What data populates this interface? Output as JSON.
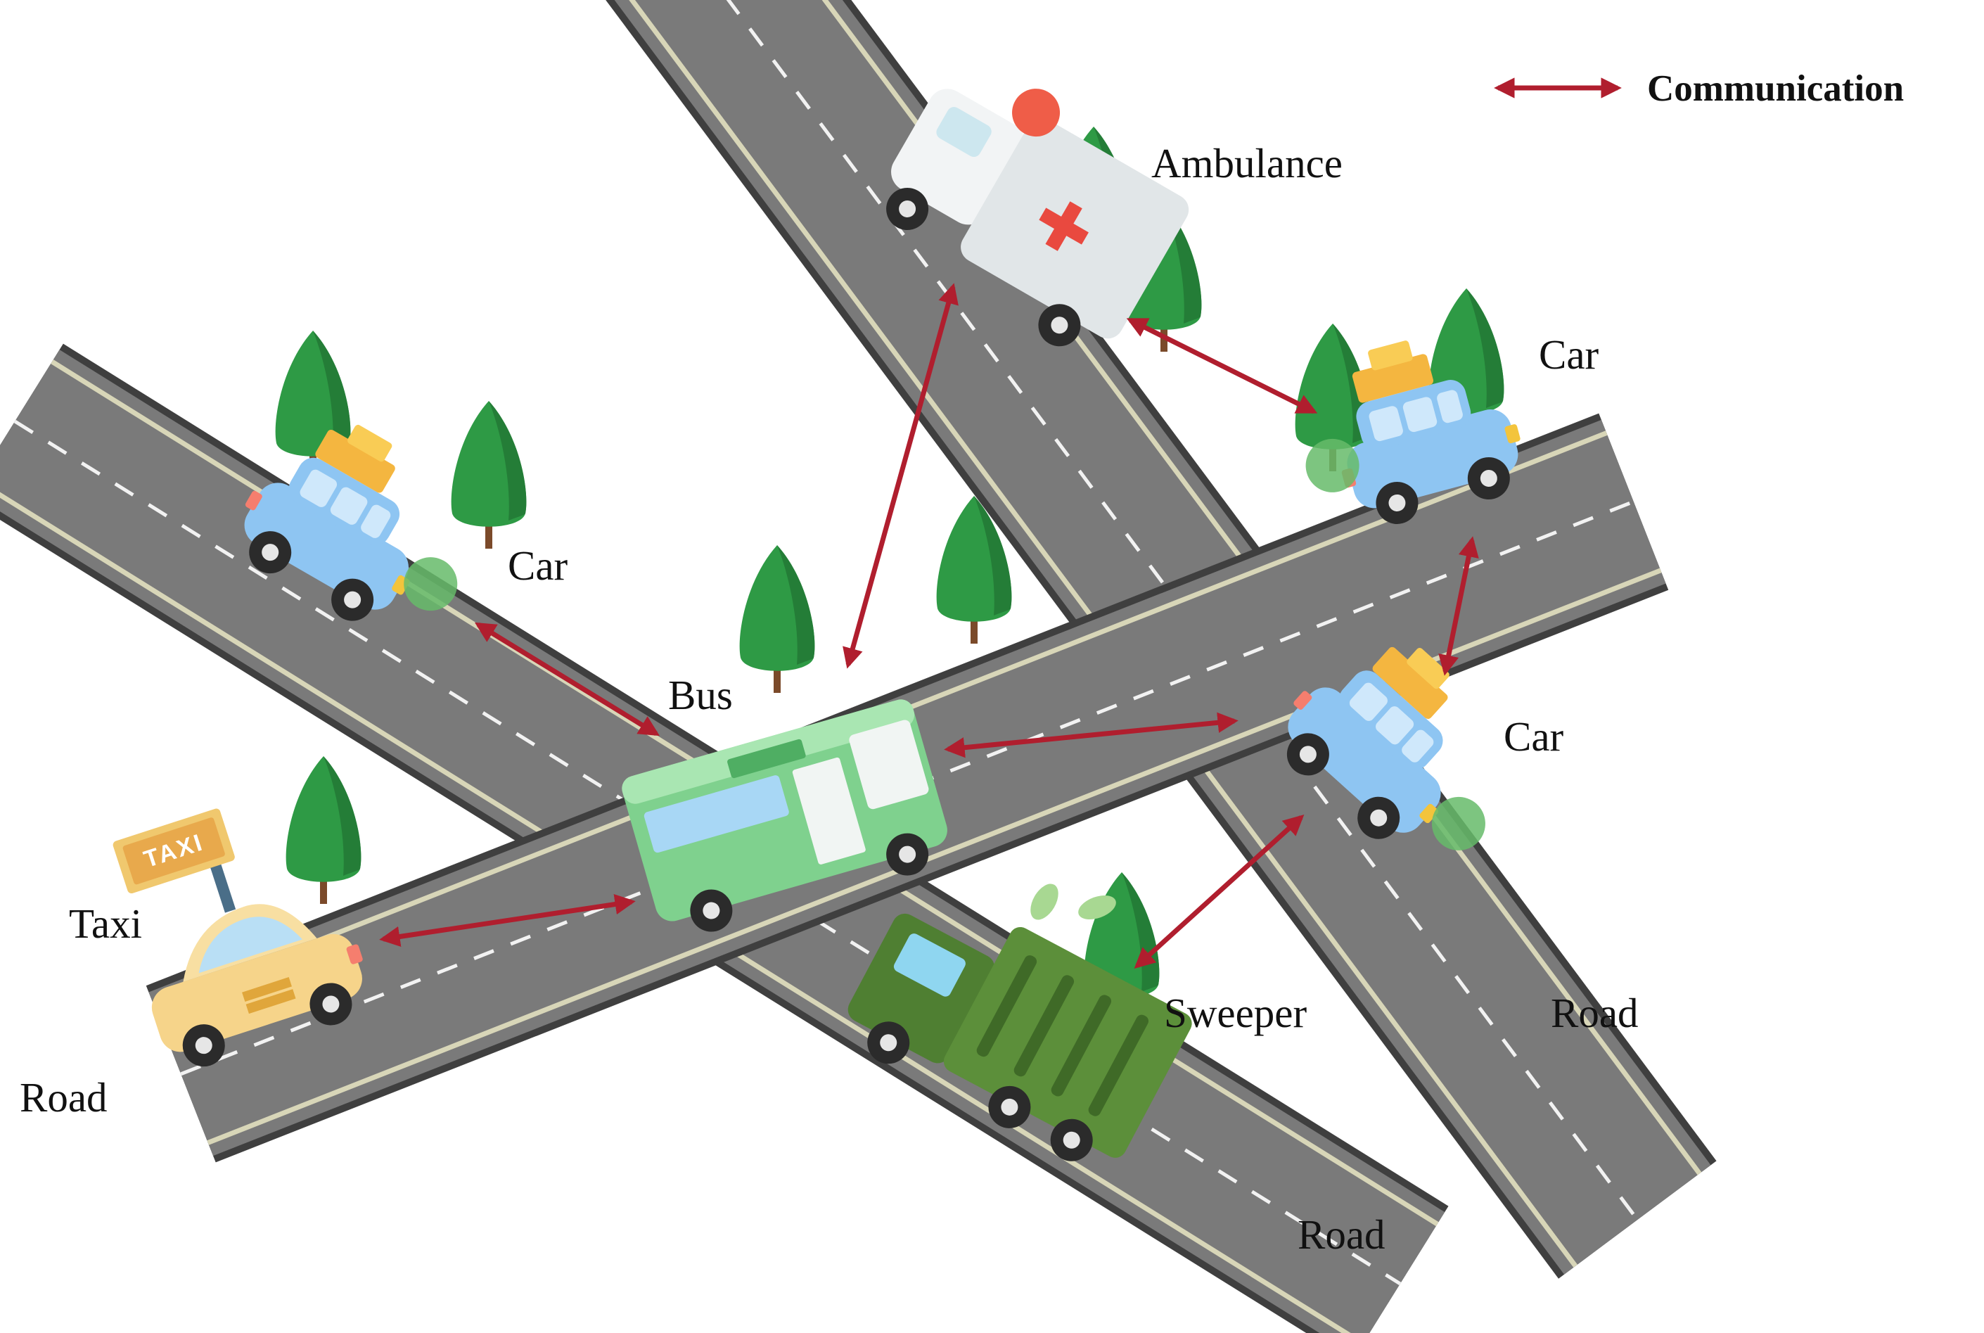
{
  "legend": {
    "label": "Communication"
  },
  "labels": {
    "ambulance": "Ambulance",
    "car_left": "Car",
    "car_top_right": "Car",
    "car_center_right": "Car",
    "bus": "Bus",
    "taxi": "Taxi",
    "taxi_sign": "TAXI",
    "sweeper": "Sweeper",
    "road_left": "Road",
    "road_bottom": "Road",
    "road_right": "Road"
  },
  "colors": {
    "road": "#7a7a7a",
    "road_edge": "#3f3f3f",
    "road_stripe": "#d8d6b8",
    "communication_arrow": "#b01e2e",
    "tree": "#2e9a45",
    "car": "#8ec5f2",
    "bus": "#7fd18e",
    "taxi": "#f6d48a",
    "sweeper": "#5c8f3a",
    "ambulance": "#e4e8ea"
  }
}
